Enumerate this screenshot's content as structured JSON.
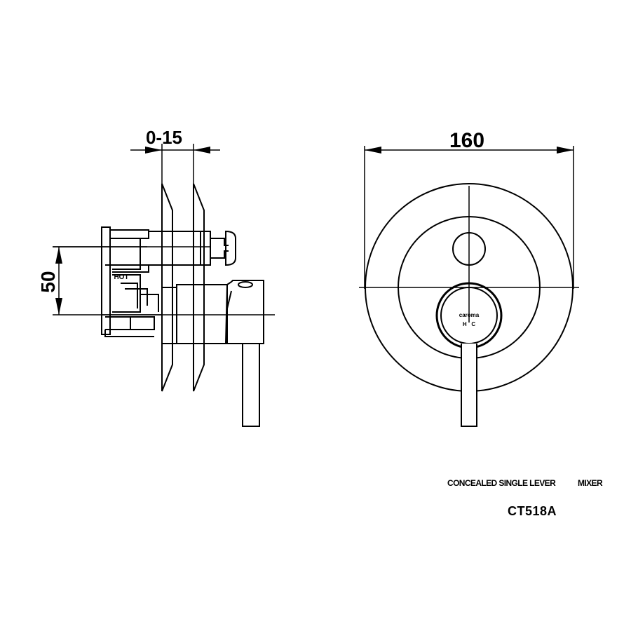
{
  "dimensions": {
    "wall_adjust": "0-15",
    "overall_diameter": "160",
    "inlet_spacing": "50"
  },
  "side_view": {
    "hot_label": "HOT"
  },
  "front_view": {
    "brand_mark": "caroma",
    "hot_cold_markers": "H   C"
  },
  "caption": {
    "product_name_part1": "CONCEALED SINGLE LEVER",
    "product_name_part2": "MIXER",
    "model_code": "CT518A"
  }
}
